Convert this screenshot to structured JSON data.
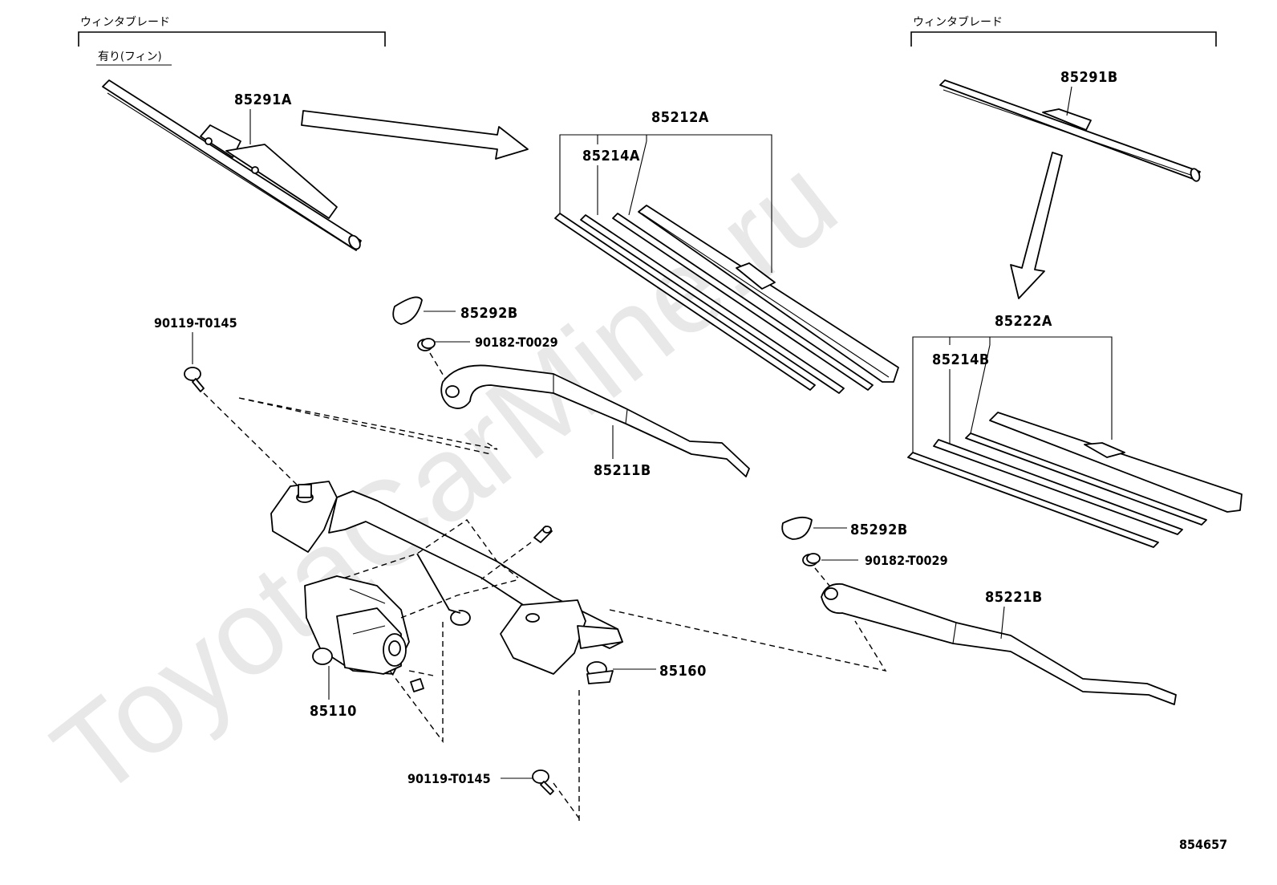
{
  "watermark": "ToyotaCarMine.ru",
  "section_headers": {
    "left": "ウィンタブレード",
    "left_sub": "有り(フィン)",
    "right": "ウィンタブレード"
  },
  "part_labels": {
    "p85291A": "85291A",
    "p85291B": "85291B",
    "p85212A": "85212A",
    "p85214A": "85214A",
    "p85222A": "85222A",
    "p85214B": "85214B",
    "p85292B_left": "85292B",
    "p85292B_right": "85292B",
    "p90182_left": "90182-T0029",
    "p90182_right": "90182-T0029",
    "p90119_top": "90119-T0145",
    "p90119_bottom": "90119-T0145",
    "p85211B": "85211B",
    "p85221B": "85221B",
    "p85160": "85160",
    "p85110": "85110"
  },
  "diagram_id": "854657"
}
